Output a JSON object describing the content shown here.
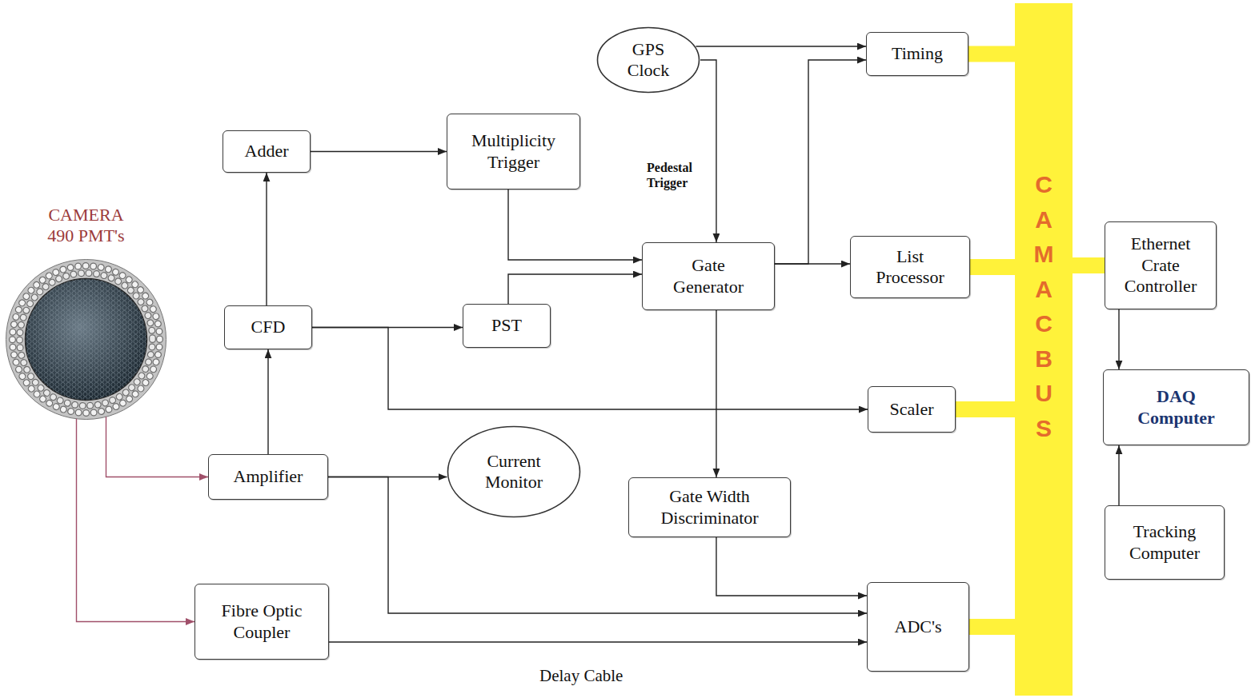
{
  "diagram": {
    "nodes": [
      {
        "text": [
          "GPS Clock"
        ]
      },
      {
        "text": [
          "Timing"
        ]
      },
      {
        "text": [
          "Adder"
        ]
      },
      {
        "text": [
          "Multiplicity Trigger"
        ]
      },
      {
        "text": [
          "CAMERA 490 PMT's"
        ]
      },
      {
        "text": [
          "Gate Generator"
        ]
      },
      {
        "text": [
          "List Processor"
        ]
      },
      {
        "text": [
          "CFD"
        ]
      },
      {
        "text": [
          "PST"
        ]
      },
      {
        "text": [
          "Scaler"
        ]
      },
      {
        "text": [
          "Amplifier"
        ]
      },
      {
        "text": [
          "Current Monitor"
        ]
      },
      {
        "text": [
          "Gate Width Discriminator"
        ]
      },
      {
        "text": [
          "Fibre Optic Coupler"
        ]
      },
      {
        "text": [
          "ADC's"
        ]
      },
      {
        "text": [
          "CAMAC BUS"
        ]
      },
      {
        "text": [
          "Ethernet Crate Controller"
        ]
      },
      {
        "text": [
          "DAQ Computer"
        ]
      },
      {
        "text": [
          "Tracking Computer"
        ]
      }
    ],
    "edges": [
      {
        "from": 0,
        "to": 1,
        "arrow": "to"
      },
      {
        "from": 0,
        "to": 5,
        "label": "Pedestal Trigger",
        "arrow": "to"
      },
      {
        "from": 4,
        "to": 10,
        "arrow": "to"
      },
      {
        "from": 4,
        "to": 13,
        "arrow": "to"
      },
      {
        "from": 10,
        "to": 7,
        "arrow": "to"
      },
      {
        "from": 10,
        "to": 11,
        "arrow": "to"
      },
      {
        "from": 10,
        "to": 14,
        "arrow": "to"
      },
      {
        "from": 7,
        "to": 2,
        "arrow": "to"
      },
      {
        "from": 7,
        "to": 8,
        "arrow": "to"
      },
      {
        "from": 7,
        "to": 9,
        "arrow": "to"
      },
      {
        "from": 2,
        "to": 3,
        "arrow": "to"
      },
      {
        "from": 3,
        "to": 5,
        "arrow": "to"
      },
      {
        "from": 8,
        "to": 5,
        "arrow": "to"
      },
      {
        "from": 5,
        "to": 6,
        "arrow": "to"
      },
      {
        "from": 5,
        "to": 1,
        "arrow": "to"
      },
      {
        "from": 5,
        "to": 12,
        "arrow": "to"
      },
      {
        "from": 12,
        "to": 14,
        "arrow": "to"
      },
      {
        "from": 13,
        "to": 14,
        "label": "Delay Cable",
        "arrow": "to"
      },
      {
        "from": 16,
        "to": 17,
        "arrow": "to"
      },
      {
        "from": 18,
        "to": 17,
        "arrow": "to"
      },
      {
        "from": 1,
        "to": 15,
        "arrow": "none"
      },
      {
        "from": 6,
        "to": 15,
        "arrow": "none"
      },
      {
        "from": 9,
        "to": 15,
        "arrow": "none"
      },
      {
        "from": 14,
        "to": 15,
        "arrow": "none"
      },
      {
        "from": 16,
        "to": 15,
        "arrow": "none"
      }
    ]
  }
}
